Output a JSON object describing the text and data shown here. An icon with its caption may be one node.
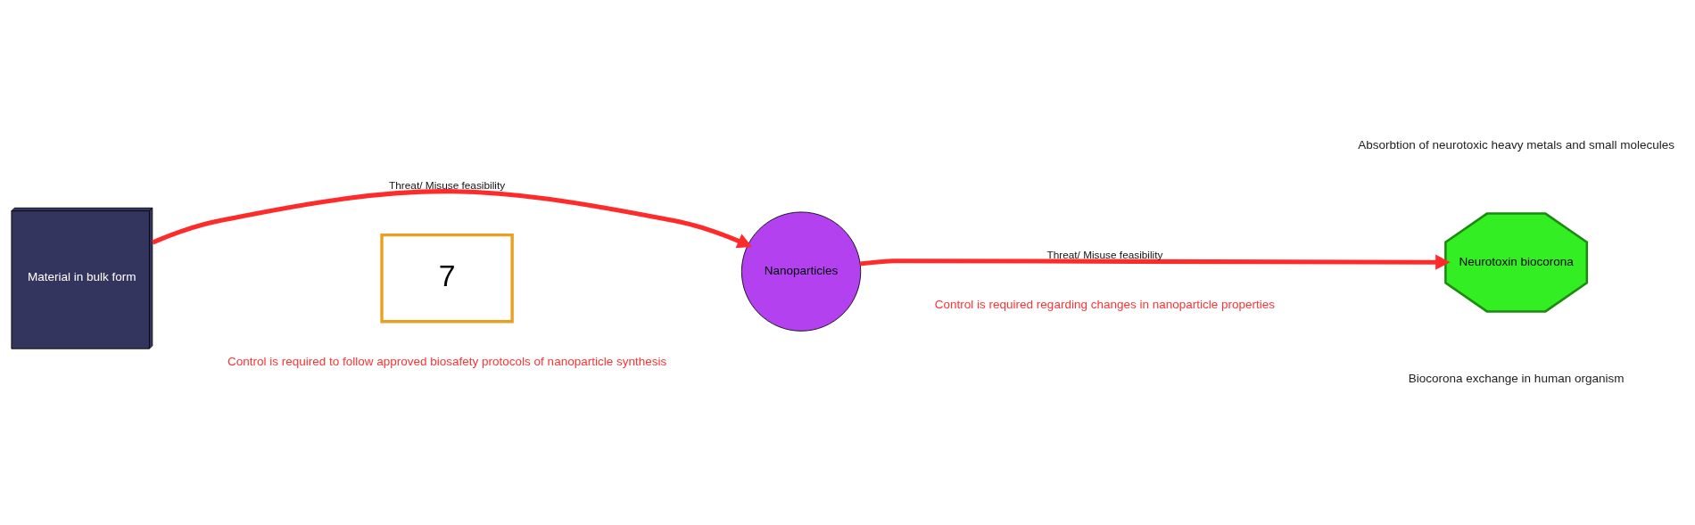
{
  "diagram": {
    "nodes": [
      {
        "text": [
          "Material in bulk form"
        ]
      },
      {
        "text": [
          "Nanoparticles"
        ]
      },
      {
        "text": [
          "Neurotoxin biocorona"
        ]
      },
      {
        "text": [
          "7"
        ]
      }
    ],
    "edges": [
      {
        "from": 0,
        "to": 1,
        "arrow": "to",
        "label": "Threat/ Misuse feasibility"
      },
      {
        "from": 1,
        "to": 2,
        "arrow": "to",
        "label": "Threat/ Misuse feasibility"
      }
    ],
    "labels": [
      "Absorbtion of neurotoxic heavy metals and small molecules",
      "Control is required to follow approved biosafety protocols of nanoparticle synthesis",
      "Control is required regarding changes in nanoparticle properties",
      "Biocorona exchange in human organism"
    ]
  }
}
